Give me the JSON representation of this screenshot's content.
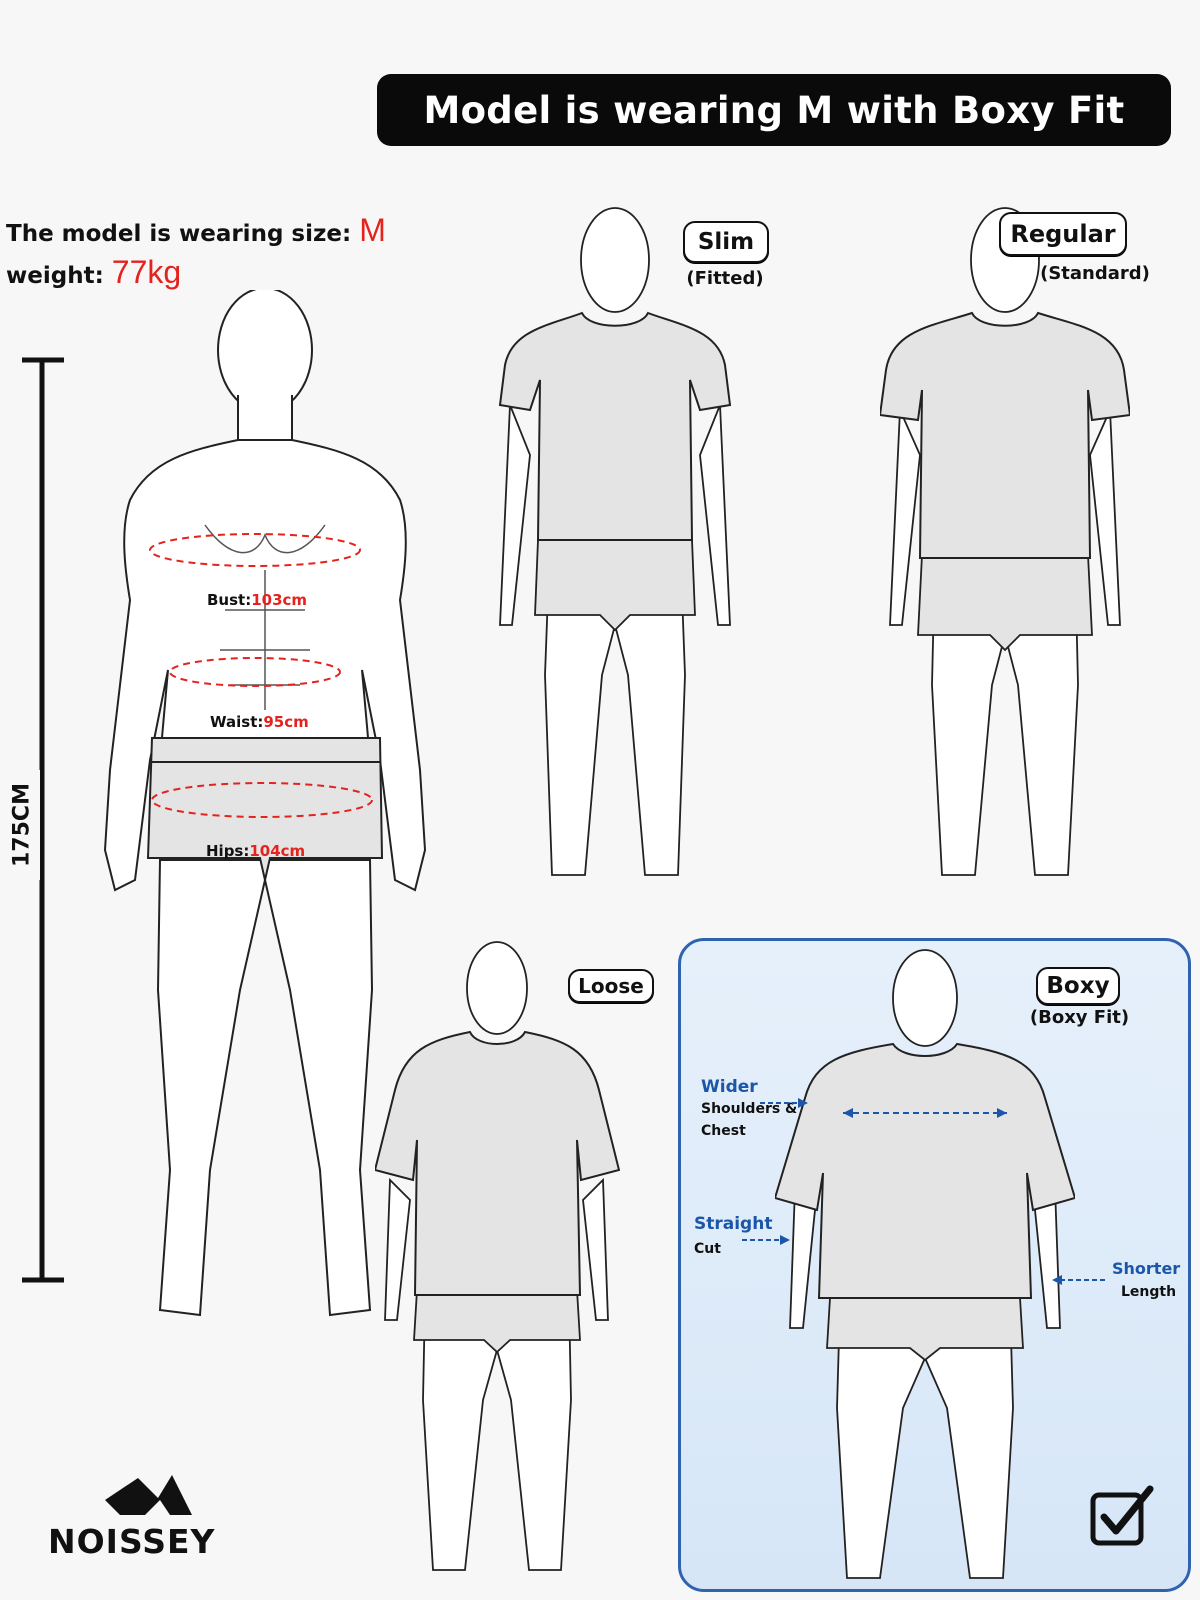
{
  "banner": {
    "title": "Model is wearing M with Boxy Fit"
  },
  "model_info": {
    "size_label": "The model is wearing size:",
    "size_value": "M",
    "weight_label": "weight:",
    "weight_value": "77kg",
    "height": "175CM"
  },
  "measurements": {
    "bust_label": "Bust:",
    "bust_value": "103cm",
    "waist_label": "Waist:",
    "waist_value": "95cm",
    "hips_label": "Hips:",
    "hips_value": "104cm"
  },
  "fits": {
    "slim": {
      "label": "Slim",
      "sub": "(Fitted)"
    },
    "regular": {
      "label": "Regular",
      "sub": "(Standard)"
    },
    "loose": {
      "label": "Loose"
    },
    "boxy": {
      "label": "Boxy",
      "sub": "(Boxy Fit)",
      "notes": {
        "wider_title": "Wider",
        "wider_line1": "Shoulders &",
        "wider_line2": "Chest",
        "straight_title": "Straight",
        "straight_sub": "Cut",
        "shorter_title": "Shorter",
        "shorter_sub": "Length"
      }
    }
  },
  "brand": {
    "name": "NOISSEY"
  },
  "colors": {
    "accent_red": "#e4231f",
    "accent_blue": "#1c56a8",
    "panel_border": "#2f63b0"
  }
}
